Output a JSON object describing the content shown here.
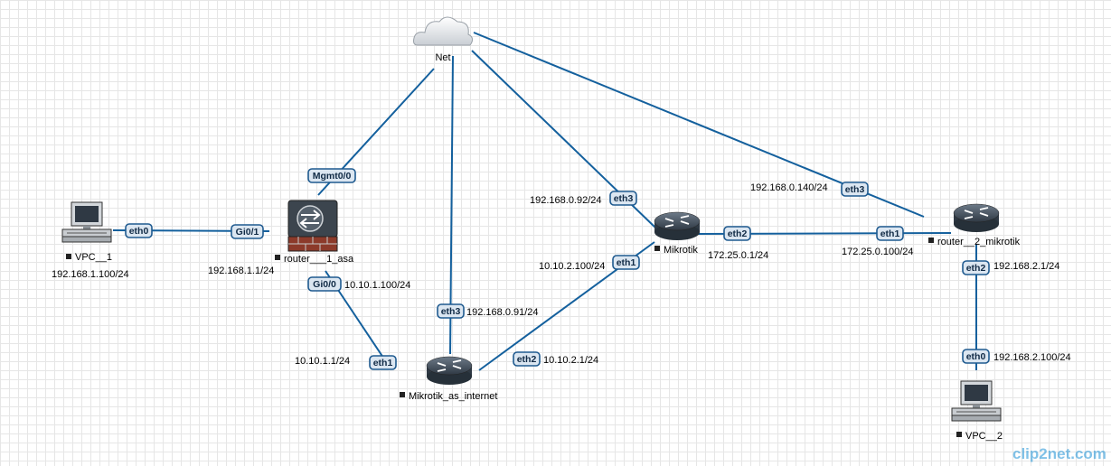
{
  "nodes": {
    "net": {
      "label": "Net",
      "icon": "cloud-icon"
    },
    "vpc1": {
      "label": "VPC__1",
      "icon": "pc-icon"
    },
    "router_asa": {
      "label": "router___1_asa",
      "icon": "firewall-icon"
    },
    "mikrotik_internet": {
      "label": "Mikrotik_as_internet",
      "icon": "router-icon"
    },
    "mikrotik": {
      "label": "Mikrotik",
      "icon": "router-icon"
    },
    "router2": {
      "label": "router__2_mikrotik",
      "icon": "router-icon"
    },
    "vpc2": {
      "label": "VPC__2",
      "icon": "pc-icon"
    }
  },
  "interfaces": {
    "vpc1_eth0": "eth0",
    "asa_gi01": "Gi0/1",
    "asa_mgmt": "Mgmt0/0",
    "asa_gi00": "Gi0/0",
    "mi_eth1": "eth1",
    "mi_eth3": "eth3",
    "mi_eth2": "eth2",
    "mk_eth1": "eth1",
    "mk_eth3": "eth3",
    "mk_eth2": "eth2",
    "r2_eth1": "eth1",
    "r2_eth3": "eth3",
    "r2_eth2": "eth2",
    "vpc2_eth0": "eth0"
  },
  "ip_labels": {
    "vpc1": "192.168.1.100/24",
    "asa_gi01": "192.168.1.1/24",
    "asa_gi00": "10.10.1.100/24",
    "mi_eth1": "10.10.1.1/24",
    "mi_eth3": "192.168.0.91/24",
    "mi_eth2": "10.10.2.1/24",
    "mk_eth3": "192.168.0.92/24",
    "mk_eth1": "10.10.2.100/24",
    "mk_eth2": "172.25.0.1/24",
    "r2_eth3": "192.168.0.140/24",
    "r2_eth1": "172.25.0.100/24",
    "r2_eth2": "192.168.2.1/24",
    "vpc2_eth0": "192.168.2.100/24"
  },
  "watermark": "clip2net.com",
  "colors": {
    "link": "#14609d",
    "iface_fill": "#dbe6f1",
    "iface_border": "#1f5a8f",
    "accent": "#1a8fd6"
  }
}
